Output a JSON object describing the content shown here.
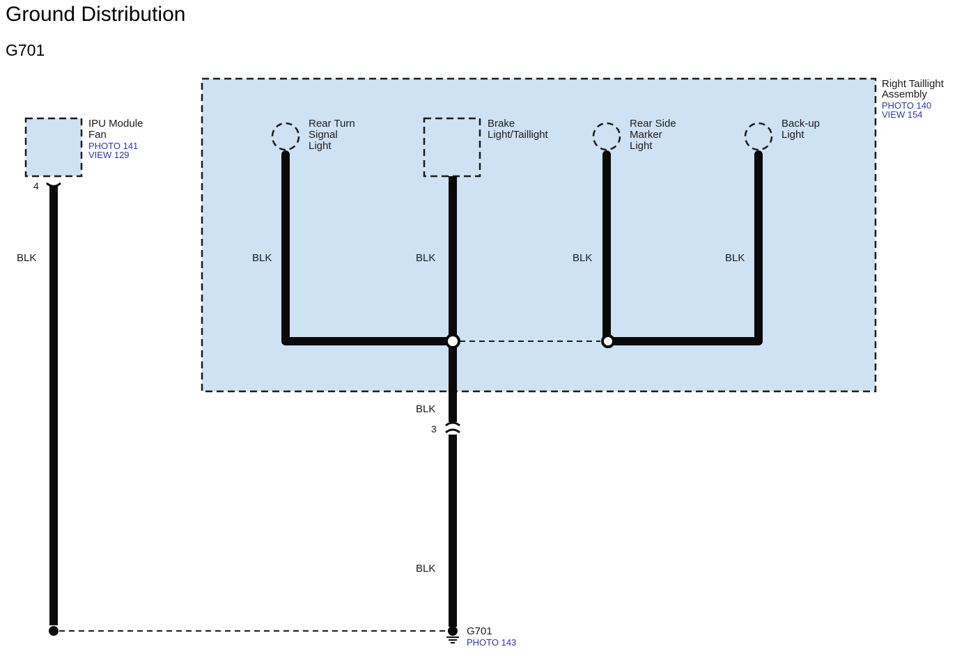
{
  "header": {
    "title": "Ground Distribution",
    "subtitle": "G701"
  },
  "colors": {
    "assembly_fill": "#cfe2f3",
    "wire": "#0a0a0a",
    "reference_text": "#2d35b0"
  },
  "assembly": {
    "name_lines": [
      "Right Taillight",
      "Assembly"
    ],
    "photo": "PHOTO 140",
    "view": "VIEW 154"
  },
  "ipu_module": {
    "name_lines": [
      "IPU Module",
      "Fan"
    ],
    "photo": "PHOTO 141",
    "view": "VIEW 129",
    "pin": "4",
    "wire_color": "BLK"
  },
  "components": [
    {
      "name_lines": [
        "Rear Turn",
        "Signal",
        "Light"
      ],
      "symbol": "bulb-icon",
      "wire_color": "BLK"
    },
    {
      "name_lines": [
        "Brake",
        "Light/Taillight"
      ],
      "symbol": "component-box",
      "wire_color": "BLK"
    },
    {
      "name_lines": [
        "Rear Side",
        "Marker",
        "Light"
      ],
      "symbol": "bulb-icon",
      "wire_color": "BLK"
    },
    {
      "name_lines": [
        "Back-up",
        "Light"
      ],
      "symbol": "bulb-icon",
      "wire_color": "BLK"
    }
  ],
  "trunk": {
    "upper_wire_color": "BLK",
    "connector_pin": "3",
    "lower_wire_color": "BLK"
  },
  "ground": {
    "name": "G701",
    "photo": "PHOTO 143",
    "symbol": "ground-icon"
  }
}
